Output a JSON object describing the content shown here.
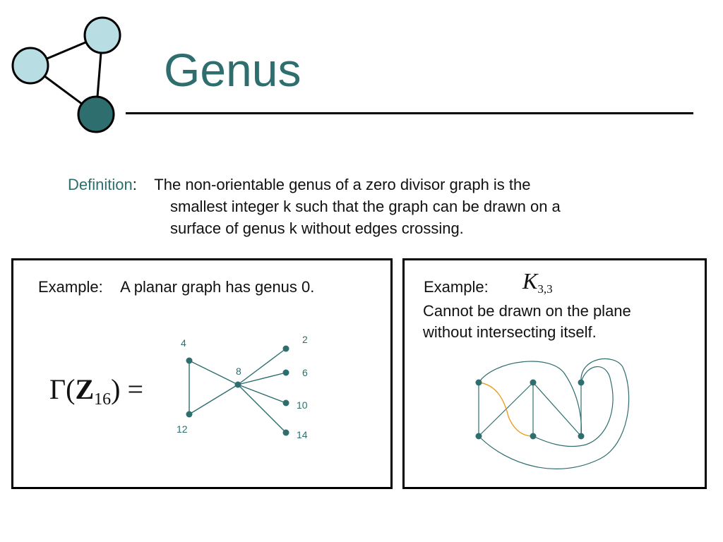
{
  "title": "Genus",
  "definition": {
    "term": "Definition",
    "colon": ":",
    "line1": "The non-orientable genus of a zero divisor graph is the",
    "line2": "smallest integer k such that the graph can be drawn on a",
    "line3": "surface of genus k without edges crossing."
  },
  "example_left": {
    "label": "Example:",
    "text": "A planar graph has genus 0.",
    "gamma": "Γ(",
    "ring": "Z",
    "subscript": "16",
    "close": ") =",
    "node_labels": [
      "4",
      "12",
      "8",
      "2",
      "6",
      "10",
      "14"
    ]
  },
  "example_right": {
    "label": "Example:",
    "graph_letter": "K",
    "graph_subscript": "3,3",
    "line1": "Cannot be drawn on the plane",
    "line2": "without intersecting itself."
  },
  "colors": {
    "accent": "#2e6e6e",
    "logo_light": "#b8dde3",
    "logo_dark": "#2e6e6e",
    "edge": "#2e6e6e",
    "highlight_edge": "#e8a020"
  }
}
